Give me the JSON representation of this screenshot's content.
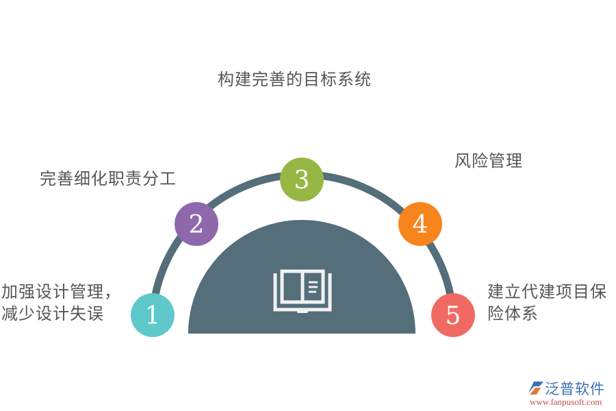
{
  "diagram": {
    "center_icon": "open-book-icon",
    "colors": {
      "arc": "#546e7a",
      "semicircle": "#546e7a",
      "icon": "#f2f2f2",
      "label_text": "#555555"
    },
    "steps": [
      {
        "number": "1",
        "label_lines": [
          "加强设计管理，",
          "减少设计失误"
        ],
        "color": "#5fc8cb"
      },
      {
        "number": "2",
        "label_lines": [
          "完善细化职责分工"
        ],
        "color": "#8e68ab"
      },
      {
        "number": "3",
        "label_lines": [
          "构建完善的目标系统"
        ],
        "color": "#96b743"
      },
      {
        "number": "4",
        "label_lines": [
          "风险管理"
        ],
        "color": "#f7851e"
      },
      {
        "number": "5",
        "label_lines": [
          "建立代建项目保",
          "险体系"
        ],
        "color": "#f06a64"
      }
    ]
  },
  "logo": {
    "name": "泛普软件",
    "url": "www.fanpusoft.com"
  }
}
